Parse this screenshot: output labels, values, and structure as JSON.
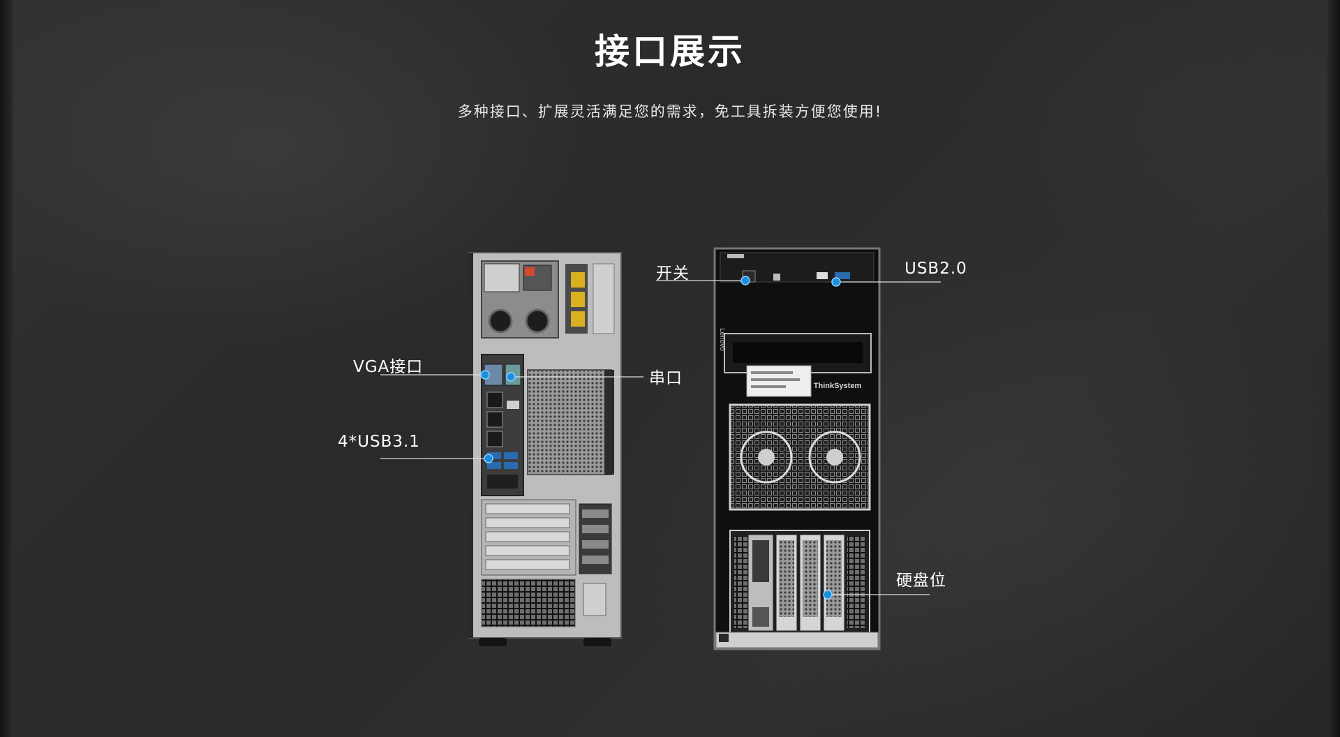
{
  "header": {
    "title": "接口展示",
    "subtitle": "多种接口、扩展灵活满足您的需求，免工具拆装方便您使用!"
  },
  "callouts": {
    "vga": "VGA接口",
    "usb31": "4*USB3.1",
    "serial": "串口",
    "power": "开关",
    "usb20": "USB2.0",
    "drive_bay": "硬盘位"
  },
  "front_panel": {
    "brand_side": "Lenovo",
    "brand_plate": "ThinkSystem"
  },
  "colors": {
    "accent_dot": "#1a8fe0",
    "label_text": "#ffffff",
    "leader_line": "#dddddd"
  }
}
